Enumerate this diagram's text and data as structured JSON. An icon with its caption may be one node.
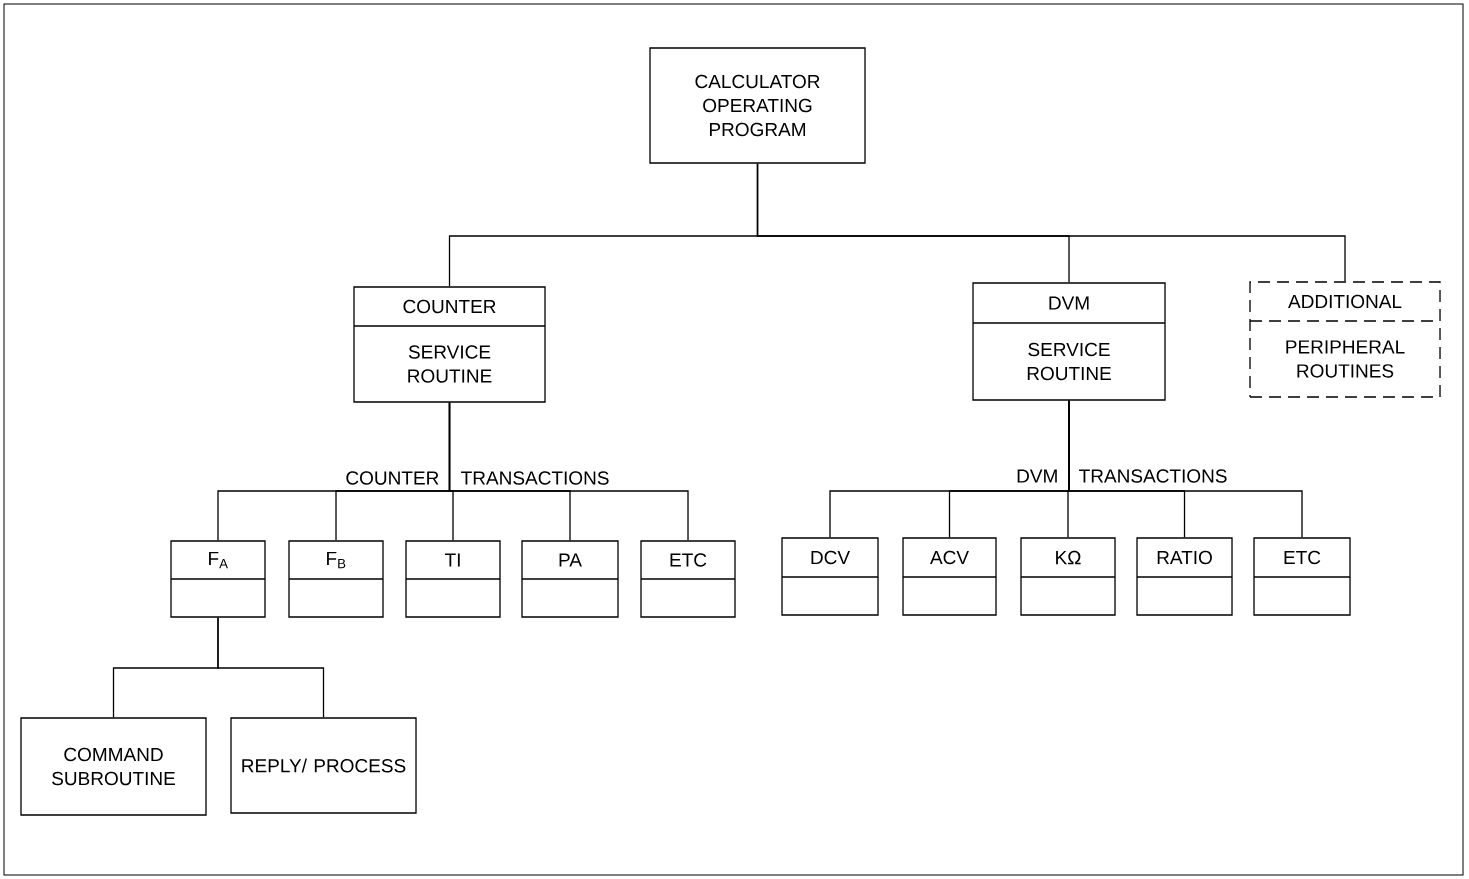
{
  "diagram": {
    "nodes": [
      {
        "text": [
          "CALCULATOR OPERATING PROGRAM"
        ]
      },
      {
        "text": [
          "COUNTER",
          "SERVICE ROUTINE"
        ]
      },
      {
        "text": [
          "DVM",
          "SERVICE ROUTINE"
        ]
      },
      {
        "text": [
          "ADDITIONAL",
          "PERIPHERAL ROUTINES"
        ]
      },
      {
        "text": [
          "F$_{A}$"
        ]
      },
      {
        "text": [
          "F$_{B}$"
        ]
      },
      {
        "text": [
          "TI"
        ]
      },
      {
        "text": [
          "PA"
        ]
      },
      {
        "text": [
          "ETC"
        ]
      },
      {
        "text": [
          "DCV"
        ]
      },
      {
        "text": [
          "ACV"
        ]
      },
      {
        "text": [
          "KΩ"
        ]
      },
      {
        "text": [
          "RATIO"
        ]
      },
      {
        "text": [
          "ETC"
        ]
      },
      {
        "text": [
          "COMMAND SUBROUTINE"
        ]
      },
      {
        "text": [
          "REPLY/ PROCESS"
        ]
      }
    ],
    "edges": [
      {
        "from": 0,
        "to": 1,
        "arrow": "none"
      },
      {
        "from": 0,
        "to": 2,
        "arrow": "none"
      },
      {
        "from": 0,
        "to": 3,
        "arrow": "none"
      },
      {
        "from": 1,
        "to": 4,
        "arrow": "none"
      },
      {
        "from": 1,
        "to": 5,
        "arrow": "none"
      },
      {
        "from": 1,
        "to": 6,
        "arrow": "none"
      },
      {
        "from": 1,
        "to": 7,
        "arrow": "none"
      },
      {
        "from": 1,
        "to": 8,
        "arrow": "none"
      },
      {
        "from": 2,
        "to": 9,
        "arrow": "none"
      },
      {
        "from": 2,
        "to": 10,
        "arrow": "none"
      },
      {
        "from": 2,
        "to": 11,
        "arrow": "none"
      },
      {
        "from": 2,
        "to": 12,
        "arrow": "none"
      },
      {
        "from": 2,
        "to": 13,
        "arrow": "none"
      },
      {
        "from": 4,
        "to": 14,
        "arrow": "none"
      },
      {
        "from": 4,
        "to": 15,
        "arrow": "none"
      }
    ],
    "labels": [
      "COUNTER",
      "TRANSACTIONS",
      "DVM",
      "TRANSACTIONS"
    ]
  }
}
